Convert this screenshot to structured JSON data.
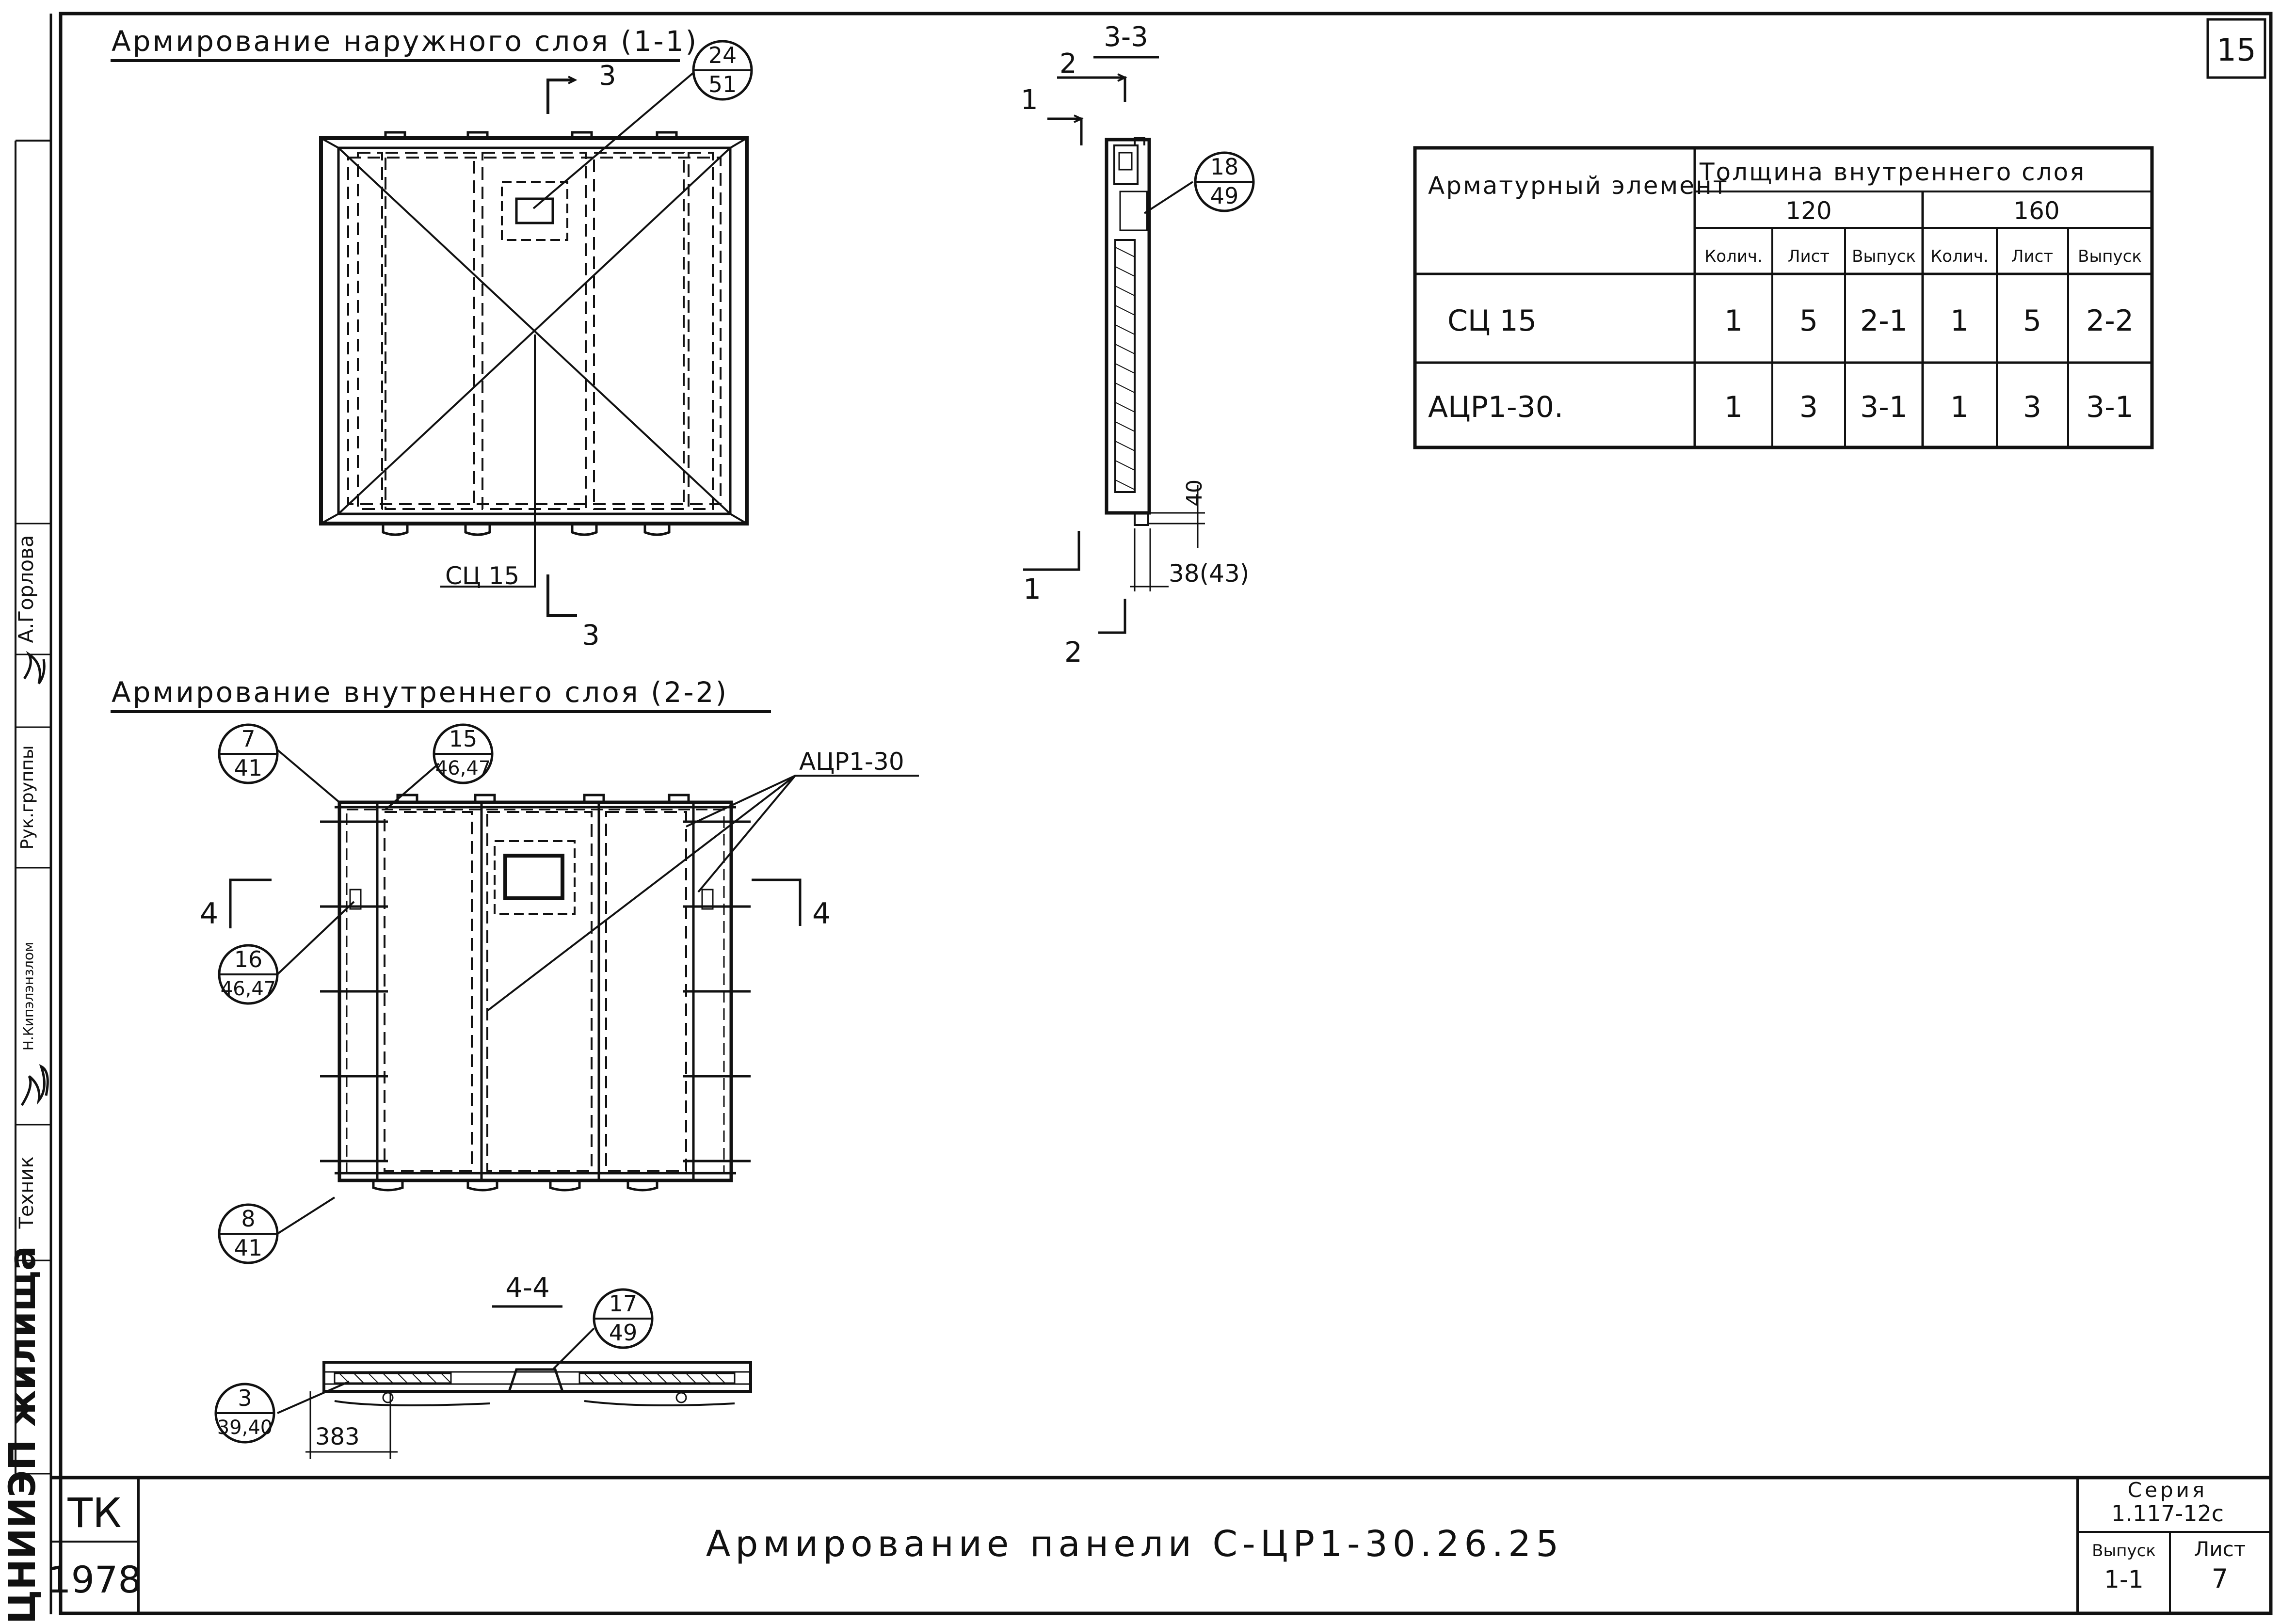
{
  "sheet_number": "15",
  "views": {
    "outer_title": "Армирование наружного слоя (1-1)",
    "inner_title": "Армирование внутреннего слоя (2-2)",
    "section_33_title": "3-3",
    "section_44_title": "4-4"
  },
  "callouts": {
    "c1": {
      "top": "24",
      "bottom": "51"
    },
    "c2": {
      "top": "18",
      "bottom": "49"
    },
    "c3": {
      "top": "7",
      "bottom": "41"
    },
    "c4": {
      "top": "15",
      "bottom": "46,47"
    },
    "c5": {
      "top": "16",
      "bottom": "46,47"
    },
    "c6": {
      "top": "8",
      "bottom": "41"
    },
    "c7": {
      "top": "17",
      "bottom": "49"
    },
    "c8": {
      "top": "3",
      "bottom": "39,40"
    }
  },
  "labels": {
    "sc15": "СЦ 15",
    "acr": "АЦР1-30",
    "cut_3": "3",
    "cut_1": "1",
    "cut_2": "2",
    "cut_4": "4",
    "dim_40": "40",
    "dim_38": "38(43)",
    "dim_383": "383"
  },
  "table": {
    "col_element": "Арматурный элемент",
    "col_thickness": "Толщина внутреннего слоя",
    "t120": "120",
    "t160": "160",
    "sub": [
      "Колич.",
      "Лист",
      "Выпуск",
      "Колич.",
      "Лист",
      "Выпуск"
    ],
    "rows": [
      {
        "name": "СЦ 15",
        "cells": [
          "1",
          "5",
          "2-1",
          "1",
          "5",
          "2-2"
        ]
      },
      {
        "name": "АЦР1-30.",
        "cells": [
          "1",
          "3",
          "3-1",
          "1",
          "3",
          "3-1"
        ]
      }
    ]
  },
  "side_stamp": {
    "org": "ЦНИИЭП жилища",
    "f1": "Техник",
    "f2": "Рук.группы",
    "n1": "Н.Кипэлэнзлом",
    "n2": "А.Горлова"
  },
  "title_block": {
    "tk": "ТК",
    "year": "1978",
    "title": "Армирование панели С-ЦР1-30.26.25",
    "series_label": "Серия",
    "series_value": "1.117-12с",
    "vyp_label": "Выпуск",
    "vyp_value": "1-1",
    "list_label": "Лист",
    "list_value": "7"
  }
}
